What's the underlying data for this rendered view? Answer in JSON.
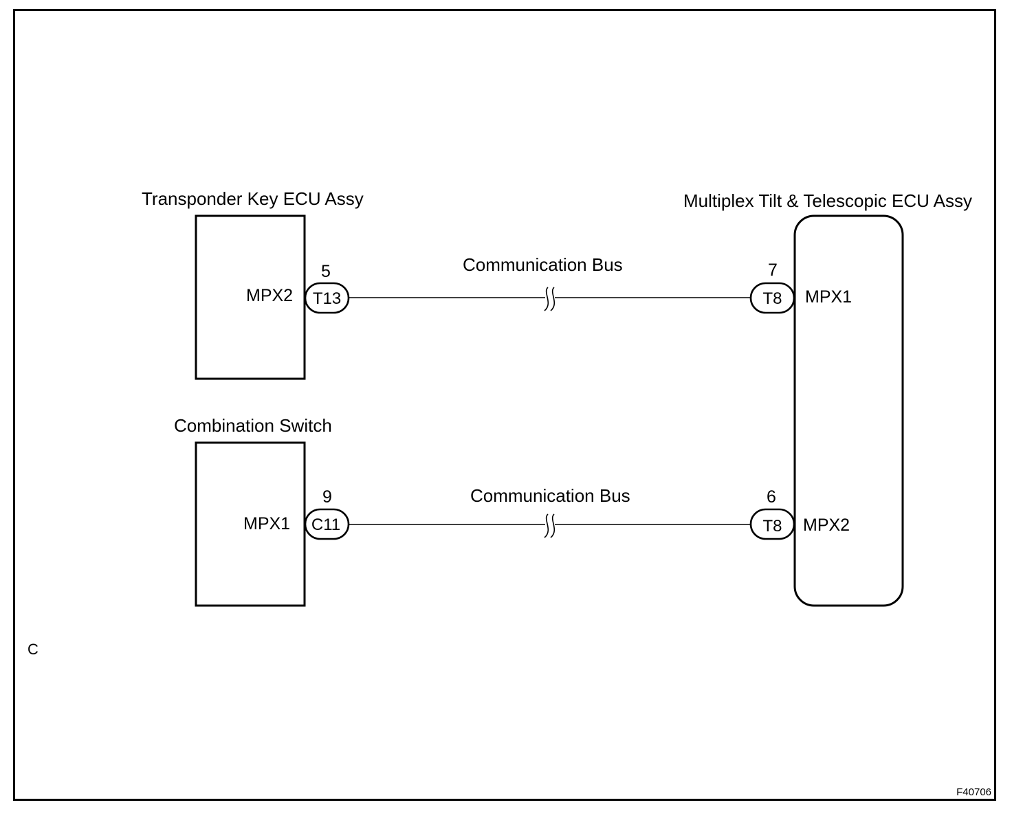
{
  "components": {
    "transponder": {
      "title": "Transponder Key ECU Assy",
      "terminal": "MPX2",
      "pin": "5",
      "connector": "T13"
    },
    "combination": {
      "title": "Combination Switch",
      "terminal": "MPX1",
      "pin": "9",
      "connector": "C11"
    },
    "multiplex": {
      "title": "Multiplex Tilt & Telescopic ECU Assy",
      "top": {
        "terminal": "MPX1",
        "pin": "7",
        "connector": "T8"
      },
      "bottom": {
        "terminal": "MPX2",
        "pin": "6",
        "connector": "T8"
      }
    }
  },
  "buses": {
    "top_label": "Communication Bus",
    "bottom_label": "Communication Bus"
  },
  "corner_mark": "C",
  "figure_code": "F40706"
}
